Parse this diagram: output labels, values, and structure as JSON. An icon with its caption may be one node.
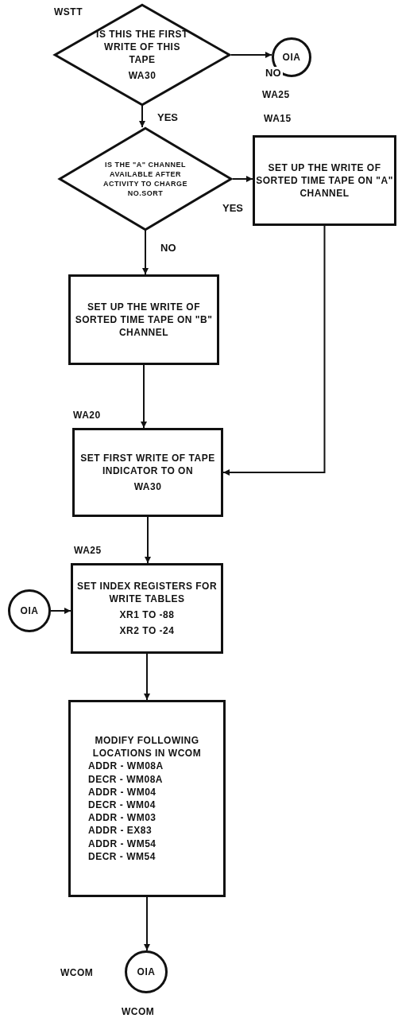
{
  "diagram": {
    "nodes": [
      {
        "text": [
          "IS THIS THE FIRST WRITE OF THIS TAPE",
          "WA30"
        ],
        "beside": [
          "WSTT"
        ]
      },
      {
        "text": [
          "OIA"
        ],
        "beside": [
          "WA25"
        ]
      },
      {
        "text": [
          "IS THE \"A\" CHANNEL AVAILABLE AFTER ACTIVITY TO CHARGE NO.SORT"
        ]
      },
      {
        "text": [
          "SET UP THE WRITE OF SORTED TIME TAPE ON \"A\" CHANNEL"
        ],
        "beside": [
          "WA15"
        ]
      },
      {
        "text": [
          "SET UP THE WRITE OF SORTED TIME TAPE ON \"B\" CHANNEL"
        ]
      },
      {
        "text": [
          "SET FIRST WRITE OF TAPE INDICATOR TO ON",
          "WA30"
        ],
        "beside": [
          "WA20"
        ]
      },
      {
        "text": [
          "SET INDEX REGISTERS FOR WRITE TABLES",
          "XR1 TO -88",
          "XR2 TO -24"
        ],
        "beside": [
          "WA25"
        ]
      },
      {
        "text": [
          "OIA"
        ]
      },
      {
        "text": [
          "MODIFY FOLLOWING LOCATIONS IN WCOM",
          "ADDR - WM08A",
          "DECR - WM08A",
          "ADDR - WM04",
          "DECR - WM04",
          "ADDR - WM03",
          "ADDR - EX83",
          "ADDR - WM54",
          "DECR - WM54"
        ]
      },
      {
        "text": [
          "OIA"
        ],
        "beside": [
          "WCOM",
          "WCOM"
        ]
      }
    ],
    "edges": [
      {
        "from": 0,
        "to": 1,
        "arrow": "to",
        "label": "NO"
      },
      {
        "from": 0,
        "to": 2,
        "arrow": "to",
        "label": "YES"
      },
      {
        "from": 2,
        "to": 3,
        "arrow": "to",
        "label": "YES"
      },
      {
        "from": 2,
        "to": 4,
        "arrow": "to",
        "label": "NO"
      },
      {
        "from": 4,
        "to": 5,
        "arrow": "to"
      },
      {
        "from": 3,
        "to": 5,
        "arrow": "to"
      },
      {
        "from": 5,
        "to": 6,
        "arrow": "to"
      },
      {
        "from": 7,
        "to": 6,
        "arrow": "to"
      },
      {
        "from": 6,
        "to": 8,
        "arrow": "to"
      },
      {
        "from": 8,
        "to": 9,
        "arrow": "to"
      }
    ]
  }
}
